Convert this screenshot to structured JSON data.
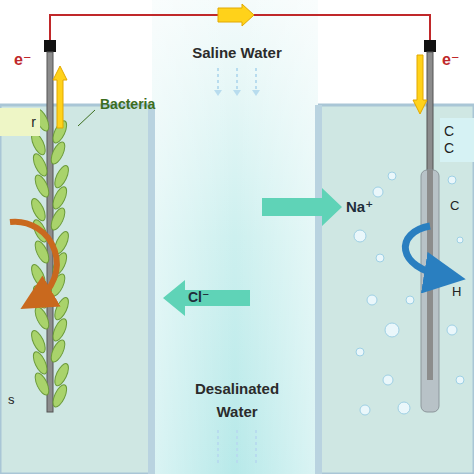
{
  "diagram": {
    "nodes": [
      {
        "text": [
          "r"
        ]
      },
      {
        "text": [
          "C",
          "C"
        ]
      }
    ],
    "labels": [
      "Saline Water",
      "Desalinated Water",
      "Bacteria",
      "Na⁺",
      "Cl⁻",
      "e⁻",
      "e⁻",
      "C",
      "H",
      "s"
    ]
  }
}
